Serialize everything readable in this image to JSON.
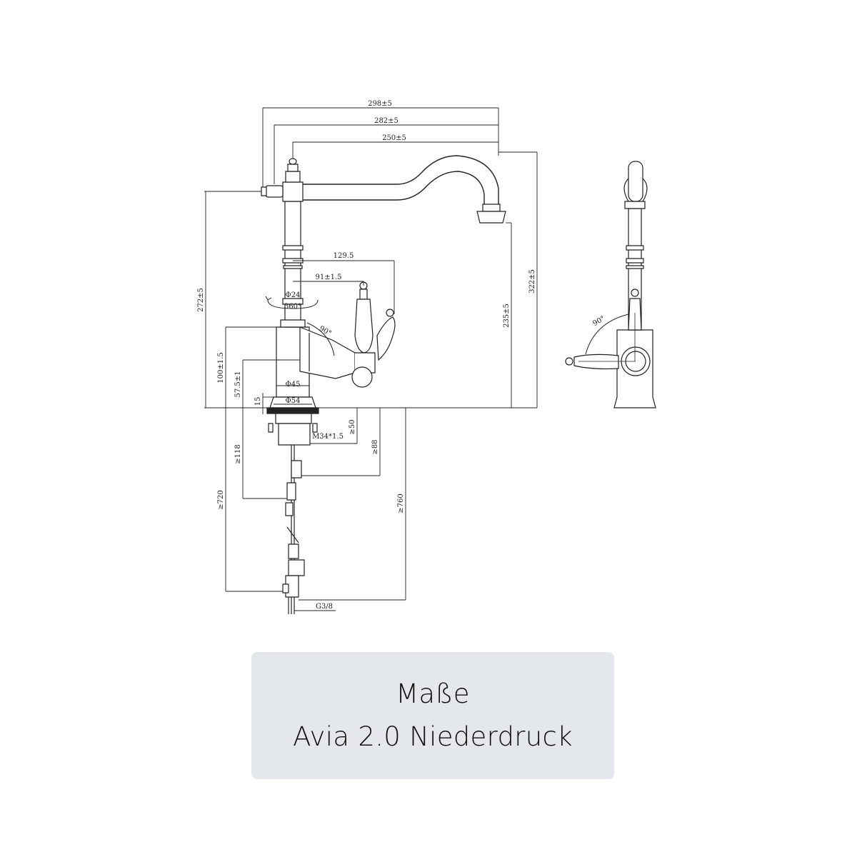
{
  "caption": {
    "line1": "Maße",
    "line2": "Avia 2.0 Niederdruck"
  },
  "dimensions": {
    "w298": "298±5",
    "w282": "282±5",
    "w250": "250±5",
    "w129": "129.5",
    "w91": "91±1.5",
    "d24": "Φ24",
    "r360": "360°",
    "a90": "90°",
    "d45": "Φ45",
    "d54": "Φ54",
    "h272": "272±5",
    "h322": "322±5",
    "h235": "235±5",
    "h100": "100±1.5",
    "h57": "57.5±1",
    "h15": "15",
    "thread": "M34*1.5",
    "h50": "≥50",
    "h88": "≥88",
    "h118": "≥118",
    "h720": "≥720",
    "h760": "≥760",
    "g38": "G3/8",
    "side90": "90°"
  }
}
